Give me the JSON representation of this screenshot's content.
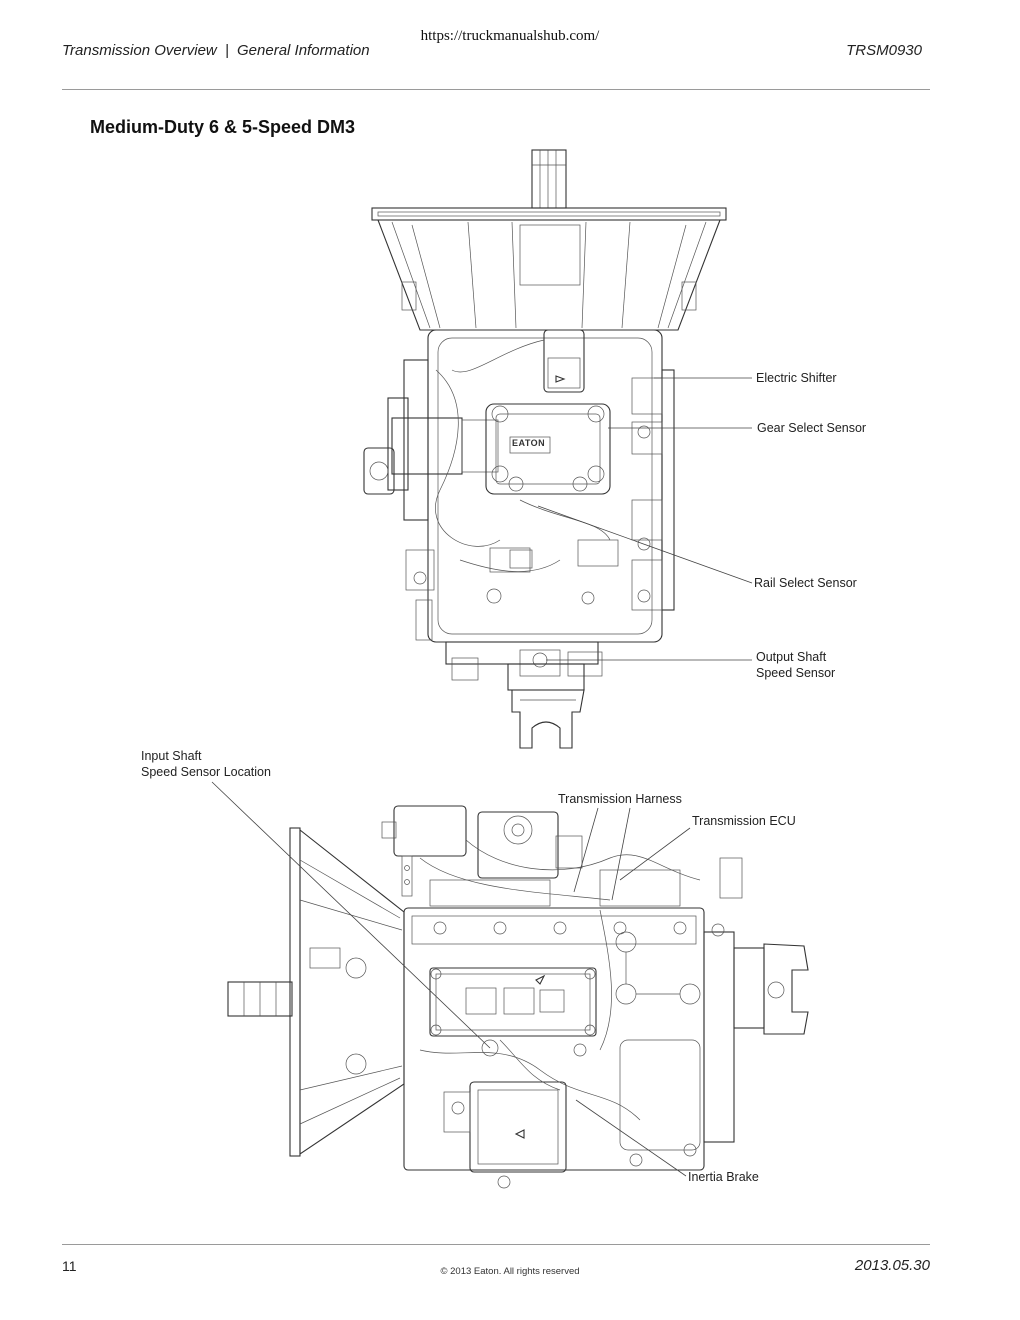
{
  "header": {
    "url": "https://truckmanualshub.com/",
    "section": "Transmission Overview",
    "separator": "|",
    "subsection": "General Information",
    "doc_id": "TRSM0930"
  },
  "title": "Medium-Duty 6 & 5-Speed DM3",
  "top_view": {
    "labels": {
      "electric_shifter": "Electric Shifter",
      "gear_select_sensor": "Gear Select Sensor",
      "rail_select_sensor": "Rail Select Sensor",
      "output_shaft_1": "Output Shaft",
      "output_shaft_2": "Speed Sensor"
    }
  },
  "side_view": {
    "labels": {
      "input_shaft_1": "Input Shaft",
      "input_shaft_2": "Speed Sensor Location",
      "transmission_harness": "Transmission Harness",
      "transmission_ecu": "Transmission ECU",
      "inertia_brake": "Inertia Brake"
    },
    "logo_text": "EATON"
  },
  "footer": {
    "page_number": "11",
    "copyright": "© 2013 Eaton. All rights reserved",
    "date": "2013.05.30"
  }
}
